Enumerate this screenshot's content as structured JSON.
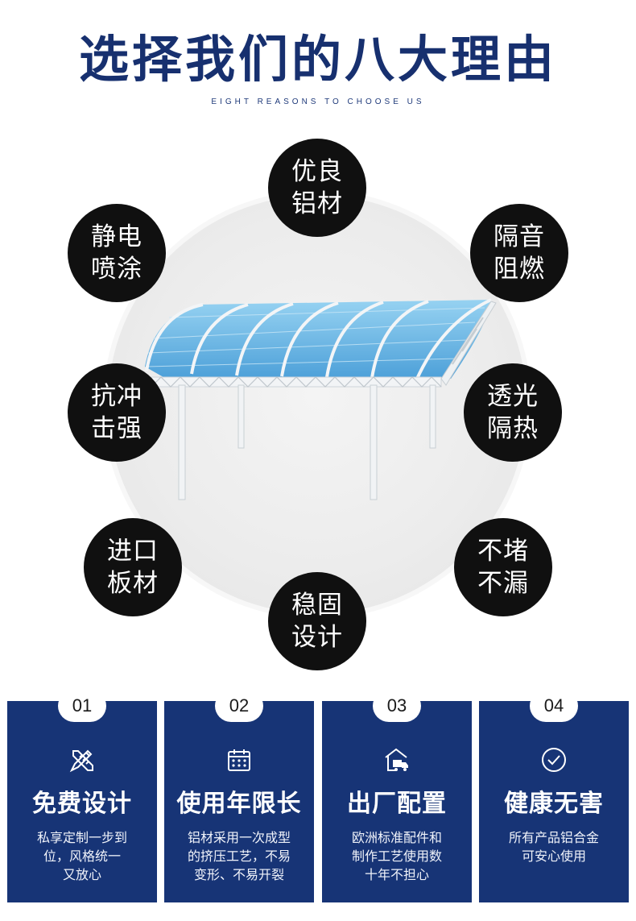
{
  "header": {
    "title": "选择我们的八大理由",
    "subtitle": "EIGHT REASONS TO CHOOSE US"
  },
  "reasons": [
    {
      "line1": "优良",
      "line2": "铝材"
    },
    {
      "line1": "静电",
      "line2": "喷涂"
    },
    {
      "line1": "隔音",
      "line2": "阻燃"
    },
    {
      "line1": "抗冲",
      "line2": "击强"
    },
    {
      "line1": "透光",
      "line2": "隔热"
    },
    {
      "line1": "进口",
      "line2": "板材"
    },
    {
      "line1": "不堵",
      "line2": "不漏"
    },
    {
      "line1": "稳固",
      "line2": "设计"
    }
  ],
  "features": [
    {
      "num": "01",
      "icon": "pencil-ruler-icon",
      "title": "免费设计",
      "desc": [
        "私享定制一步到",
        "位，风格统一",
        "又放心"
      ]
    },
    {
      "num": "02",
      "icon": "calendar-icon",
      "title": "使用年限长",
      "desc": [
        "铝材采用一次成型",
        "的挤压工艺，不易",
        "变形、不易开裂"
      ]
    },
    {
      "num": "03",
      "icon": "factory-truck-icon",
      "title": "出厂配置",
      "desc": [
        "欧洲标准配件和",
        "制作工艺使用数",
        "十年不担心"
      ]
    },
    {
      "num": "04",
      "icon": "check-circle-icon",
      "title": "健康无害",
      "desc": [
        "所有产品铝合金",
        "可安心使用"
      ]
    }
  ],
  "colors": {
    "title_blue": "#17306f",
    "card_blue": "#173476",
    "badge_black": "#101010",
    "panel_blue": "#5aaee0"
  }
}
